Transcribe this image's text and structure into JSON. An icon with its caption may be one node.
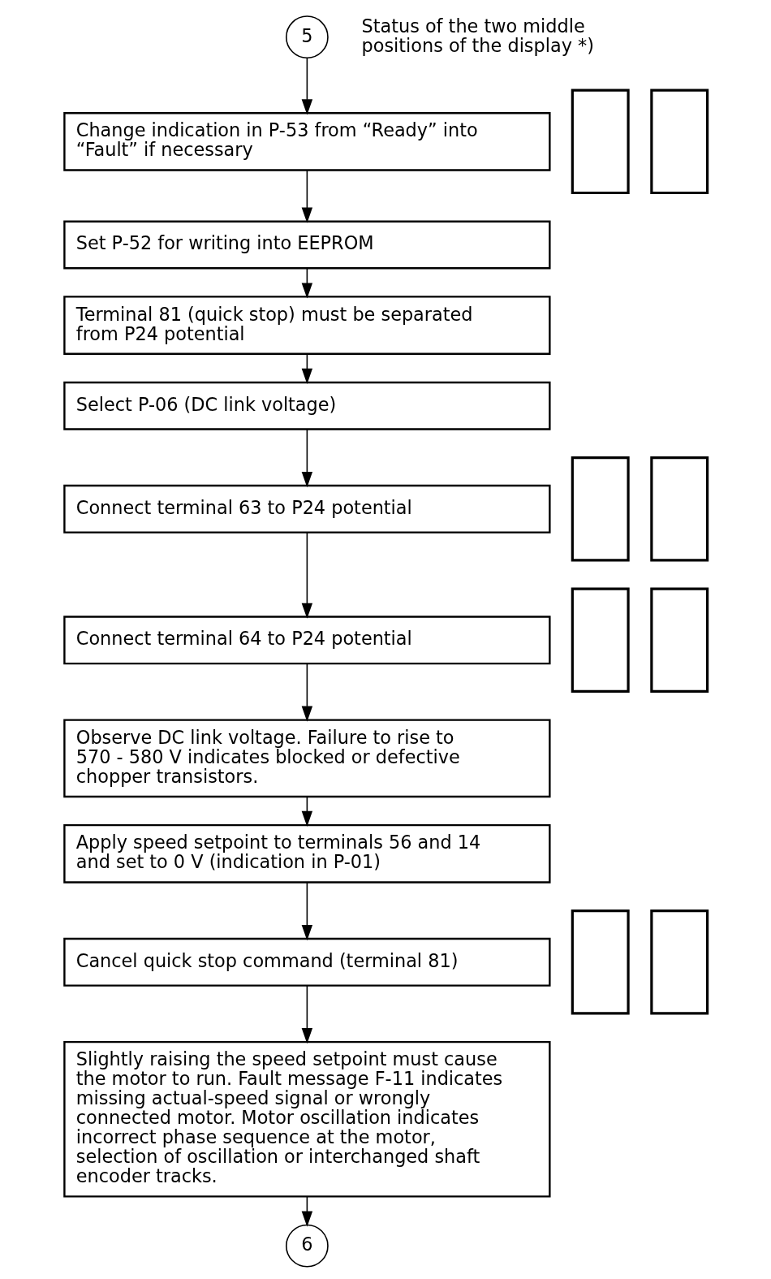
{
  "diagram": {
    "nodes": [
      {
        "text": [
          "5"
        ]
      },
      {
        "text": [
          "Change indication in P-53 from “Ready” into “Fault” if necessary"
        ]
      },
      {
        "text": [
          "Set P-52 for writing into EEPROM"
        ]
      },
      {
        "text": [
          "Terminal 81 (quick stop) must be separated from P24 potential"
        ]
      },
      {
        "text": [
          "Select P-06 (DC link voltage)"
        ]
      },
      {
        "text": [
          "Connect terminal 63 to P24 potential"
        ]
      },
      {
        "text": [
          "Connect terminal 64 to P24 potential"
        ]
      },
      {
        "text": [
          "Observe DC link voltage. Failure to rise to 570 - 580 V indicates blocked or defective chopper transistors."
        ]
      },
      {
        "text": [
          "Apply speed setpoint to terminals 56 and 14 and set to 0 V (indication in P-01)"
        ]
      },
      {
        "text": [
          "Cancel quick stop command (terminal 81)"
        ]
      },
      {
        "text": [
          "Slightly raising the speed setpoint must cause the motor to run. Fault message F-11 indicates missing actual-speed signal or wrongly connected motor. Motor oscillation indicates incorrect phase sequence at the motor, selection of oscillation or interchanged shaft encoder tracks."
        ]
      },
      {
        "text": [
          "6"
        ]
      },
      {
        "text": [],
        "shape": "box"
      },
      {
        "text": [],
        "shape": "box"
      },
      {
        "text": [],
        "shape": "box"
      },
      {
        "text": [],
        "shape": "box"
      },
      {
        "text": [],
        "shape": "box"
      },
      {
        "text": [],
        "shape": "box"
      },
      {
        "text": [],
        "shape": "box"
      },
      {
        "text": [],
        "shape": "box"
      }
    ],
    "edges": [
      {
        "from": 0,
        "to": 1,
        "arrow": "to"
      },
      {
        "from": 1,
        "to": 2,
        "arrow": "to"
      },
      {
        "from": 2,
        "to": 3,
        "arrow": "to"
      },
      {
        "from": 3,
        "to": 4,
        "arrow": "to"
      },
      {
        "from": 4,
        "to": 5,
        "arrow": "to"
      },
      {
        "from": 5,
        "to": 6,
        "arrow": "to"
      },
      {
        "from": 6,
        "to": 7,
        "arrow": "to"
      },
      {
        "from": 7,
        "to": 8,
        "arrow": "to"
      },
      {
        "from": 8,
        "to": 9,
        "arrow": "to"
      },
      {
        "from": 9,
        "to": 10,
        "arrow": "to"
      },
      {
        "from": 10,
        "to": 11,
        "arrow": "to"
      }
    ],
    "labels": [
      "Status of the two middle positions of the display *)"
    ]
  }
}
